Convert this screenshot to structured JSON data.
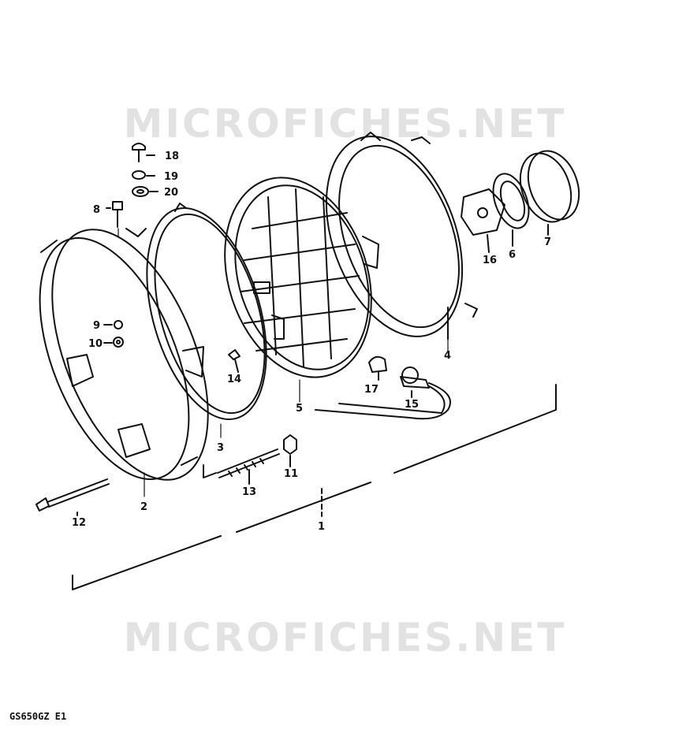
{
  "watermark": {
    "top": "MICROFICHES.NET",
    "bottom": "MICROFICHES.NET"
  },
  "footer": {
    "code": "GS650GZ E1"
  },
  "parts": [
    {
      "id": "part-1",
      "number": "1"
    },
    {
      "id": "part-2",
      "number": "2"
    },
    {
      "id": "part-3",
      "number": "3"
    },
    {
      "id": "part-4",
      "number": "4"
    },
    {
      "id": "part-5",
      "number": "5"
    },
    {
      "id": "part-6",
      "number": "6"
    },
    {
      "id": "part-7",
      "number": "7"
    },
    {
      "id": "part-8",
      "number": "8"
    },
    {
      "id": "part-9",
      "number": "9"
    },
    {
      "id": "part-10",
      "number": "10"
    },
    {
      "id": "part-11",
      "number": "11"
    },
    {
      "id": "part-12",
      "number": "12"
    },
    {
      "id": "part-13",
      "number": "13"
    },
    {
      "id": "part-14",
      "number": "14"
    },
    {
      "id": "part-15",
      "number": "15"
    },
    {
      "id": "part-16",
      "number": "16"
    },
    {
      "id": "part-17",
      "number": "17"
    },
    {
      "id": "part-18",
      "number": "18"
    },
    {
      "id": "part-19",
      "number": "19"
    },
    {
      "id": "part-20",
      "number": "20"
    }
  ],
  "colors": {
    "line": "#111111",
    "watermark": "#e2e2e2",
    "background": "#ffffff"
  }
}
